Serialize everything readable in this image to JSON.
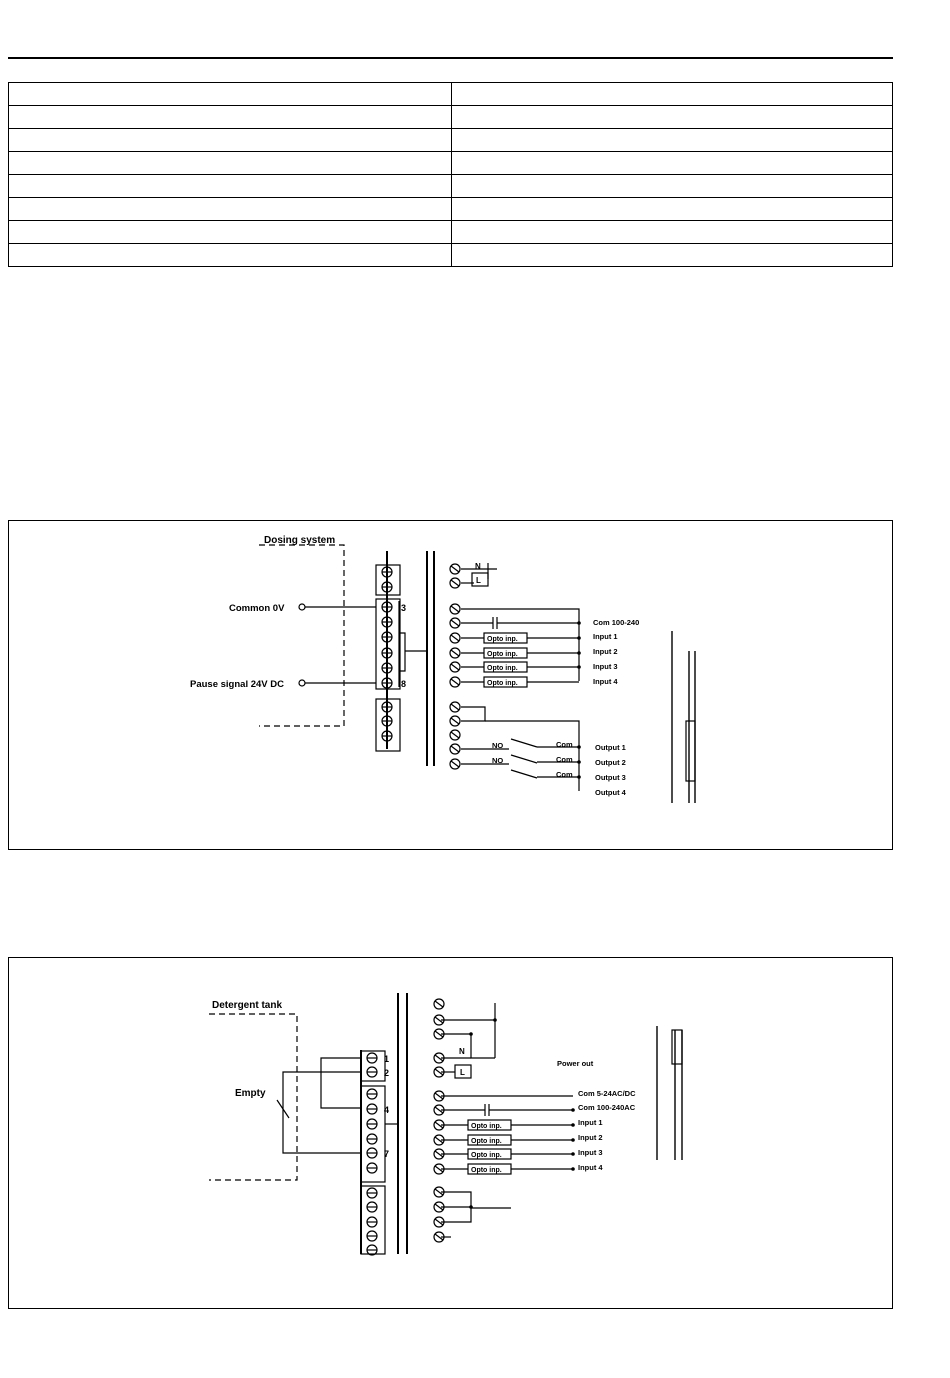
{
  "table": {
    "rows": 8,
    "columns": 2
  },
  "diagram1": {
    "title": "Dosing system",
    "common_label": "Common   0V",
    "pause_label": "Pause signal  24V DC",
    "terminal_numbers": [
      "3",
      "8"
    ],
    "mains": [
      "N",
      "L"
    ],
    "com_label": "Com 100-240",
    "opto_label": "Opto inp.",
    "inputs": [
      "Input 1",
      "Input 2",
      "Input 3",
      "Input 4"
    ],
    "no_label": "NO",
    "com_short": "Com",
    "outputs": [
      "Output 1",
      "Output 2",
      "Output 3",
      "Output 4"
    ]
  },
  "diagram2": {
    "title": "Detergent tank",
    "empty_label": "Empty",
    "terminal_numbers": [
      "1",
      "2",
      "4",
      "7"
    ],
    "mains": [
      "N",
      "L"
    ],
    "power_out": "Power out",
    "com_dc": "Com 5-24AC/DC",
    "com_ac": "Com 100-240AC",
    "opto_label": "Opto inp.",
    "inputs": [
      "Input 1",
      "Input 2",
      "Input 3",
      "Input 4"
    ]
  }
}
